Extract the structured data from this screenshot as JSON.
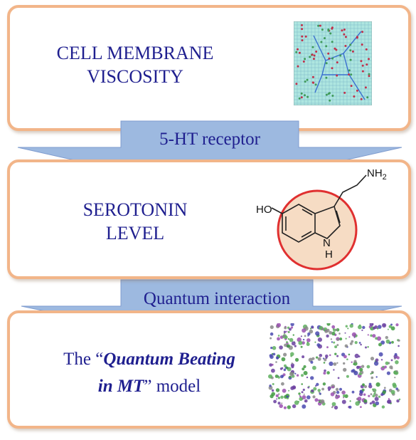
{
  "nodes": [
    {
      "id": "membrane-viscosity",
      "line1": "CELL MEMBRANE",
      "line2": "VISCOSITY"
    },
    {
      "id": "serotonin-level",
      "line1": "SEROTONIN",
      "line2": "LEVEL"
    },
    {
      "id": "quantum-beating-model",
      "prefix": "The “",
      "emph1": "Quantum Beating",
      "emph2": "in MT",
      "suffix": "” model"
    }
  ],
  "edges": [
    {
      "from": "membrane-viscosity",
      "to": "serotonin-level",
      "label": "5-HT receptor"
    },
    {
      "from": "serotonin-level",
      "to": "quantum-beating-model",
      "label": "Quantum interaction"
    }
  ],
  "molecule": {
    "group1": "NH",
    "group1_sub": "2",
    "group2": "HO",
    "group3": "N",
    "group4": "H"
  },
  "colors": {
    "box_border": "#f2b589",
    "arrow_fill": "#9db9e0",
    "text": "#1f1f8f",
    "highlight_ring": "#e03030",
    "highlight_fill": "#f6dcc4"
  }
}
